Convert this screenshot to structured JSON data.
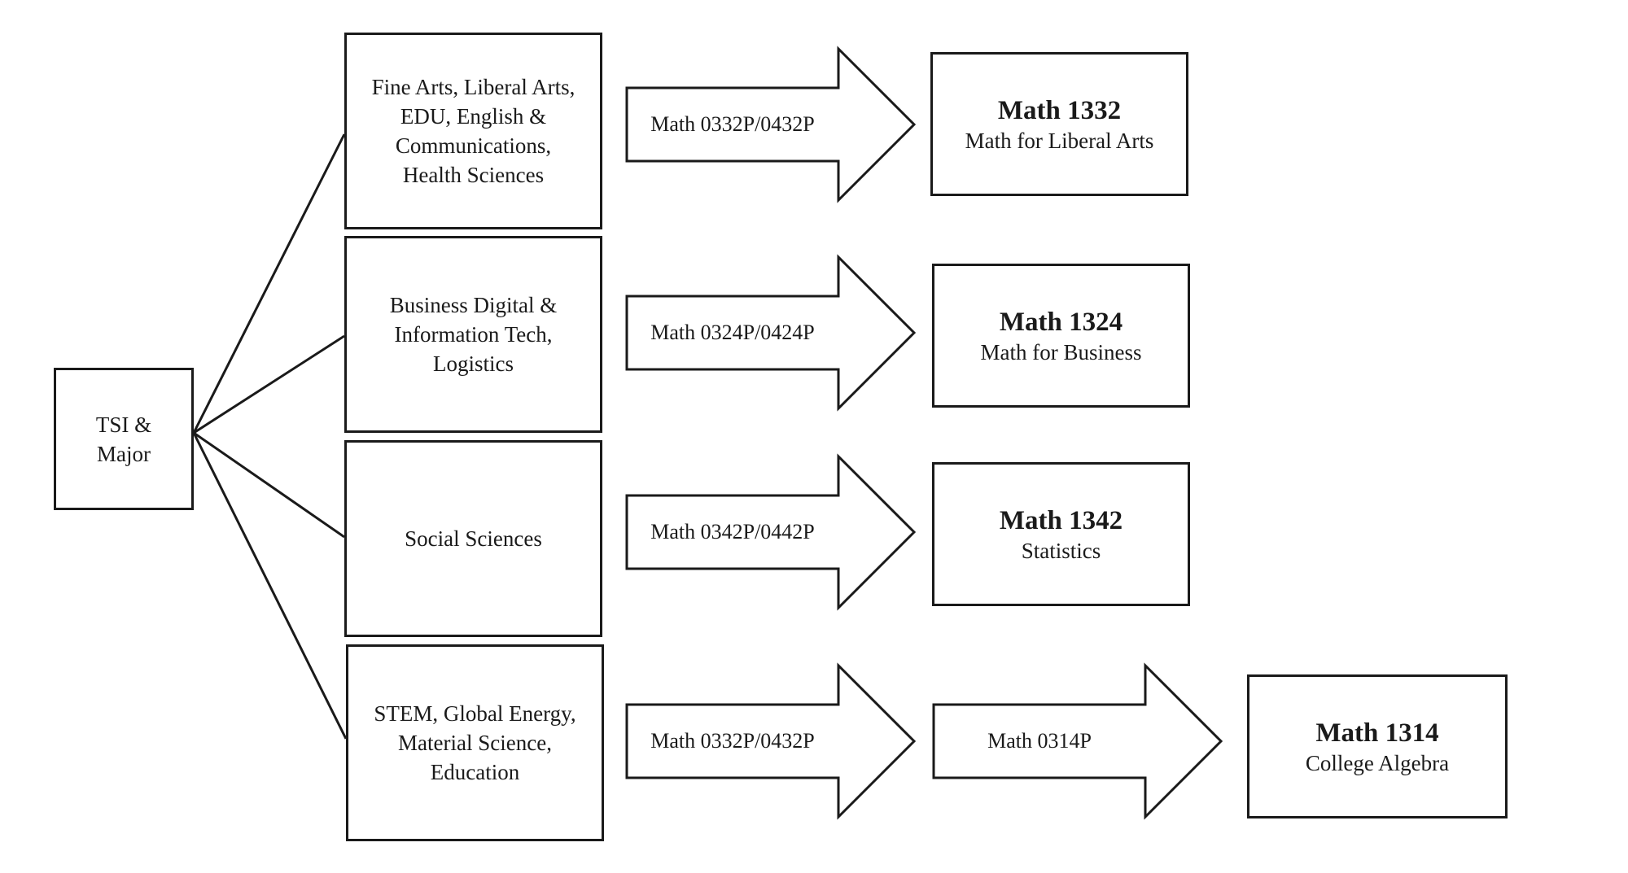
{
  "root": {
    "label_line1": "TSI &",
    "label_line2": "Major"
  },
  "majors": [
    {
      "lines": [
        "Fine Arts, Liberal Arts,",
        "EDU, English &",
        "Communications,",
        "Health Sciences"
      ]
    },
    {
      "lines": [
        "Business Digital &",
        "Information Tech,",
        "Logistics"
      ]
    },
    {
      "lines": [
        "Social Sciences"
      ]
    },
    {
      "lines": [
        "STEM, Global Energy,",
        "Material Science,",
        "Education"
      ]
    }
  ],
  "coreq_arrows": [
    "Math 0332P/0432P",
    "Math 0324P/0424P",
    "Math 0342P/0442P",
    "Math 0332P/0432P"
  ],
  "extra_arrow": "Math 0314P",
  "courses": [
    {
      "code": "Math 1332",
      "name": "Math for Liberal Arts"
    },
    {
      "code": "Math 1324",
      "name": "Math for Business"
    },
    {
      "code": "Math 1342",
      "name": "Statistics"
    },
    {
      "code": "Math 1314",
      "name": "College Algebra"
    }
  ]
}
